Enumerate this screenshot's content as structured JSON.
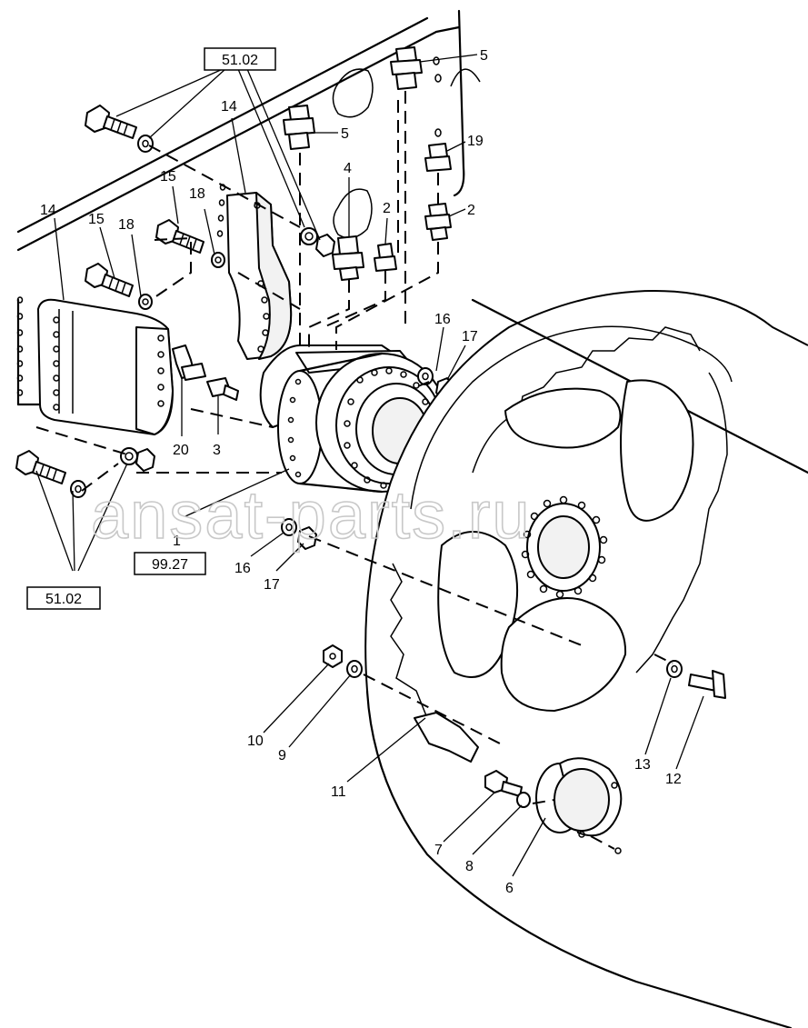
{
  "watermark": "ansat-parts.ru",
  "corner_mark": "",
  "reference_boxes": [
    {
      "id": "ref-top",
      "label": "51.02"
    },
    {
      "id": "ref-motor",
      "label": "99.27"
    },
    {
      "id": "ref-bottom",
      "label": "51.02"
    }
  ],
  "callouts": [
    {
      "id": "c5a",
      "label": "5"
    },
    {
      "id": "c5b",
      "label": "5"
    },
    {
      "id": "c19",
      "label": "19"
    },
    {
      "id": "c4",
      "label": "4"
    },
    {
      "id": "c2a",
      "label": "2"
    },
    {
      "id": "c2b",
      "label": "2"
    },
    {
      "id": "c14a",
      "label": "14"
    },
    {
      "id": "c14b",
      "label": "14"
    },
    {
      "id": "c15a",
      "label": "15"
    },
    {
      "id": "c15b",
      "label": "15"
    },
    {
      "id": "c18a",
      "label": "18"
    },
    {
      "id": "c18b",
      "label": "18"
    },
    {
      "id": "c16a",
      "label": "16"
    },
    {
      "id": "c17a",
      "label": "17"
    },
    {
      "id": "c20",
      "label": "20"
    },
    {
      "id": "c3",
      "label": "3"
    },
    {
      "id": "c1",
      "label": "1"
    },
    {
      "id": "c16b",
      "label": "16"
    },
    {
      "id": "c17b",
      "label": "17"
    },
    {
      "id": "c10",
      "label": "10"
    },
    {
      "id": "c9",
      "label": "9"
    },
    {
      "id": "c11",
      "label": "11"
    },
    {
      "id": "c13",
      "label": "13"
    },
    {
      "id": "c12",
      "label": "12"
    },
    {
      "id": "c7",
      "label": "7"
    },
    {
      "id": "c8",
      "label": "8"
    },
    {
      "id": "c6",
      "label": "6"
    }
  ]
}
